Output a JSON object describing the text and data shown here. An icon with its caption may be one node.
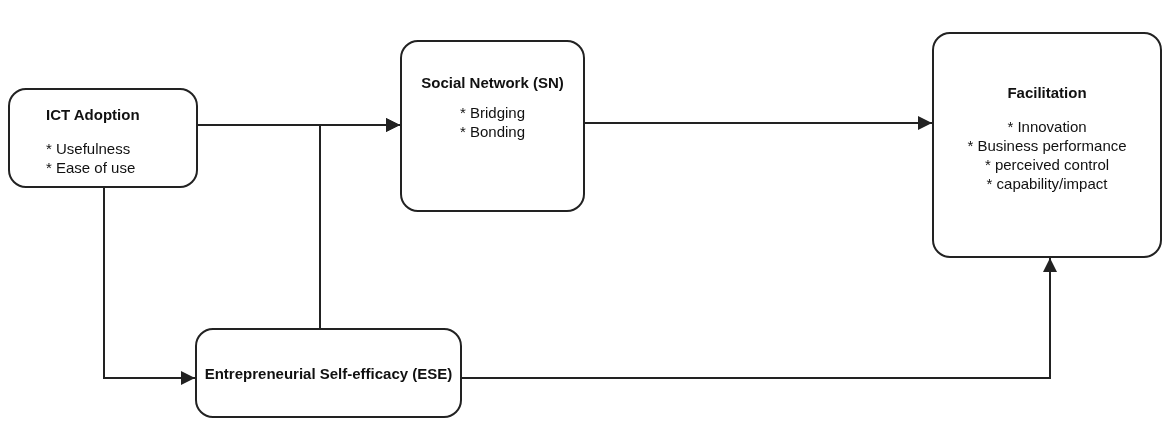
{
  "diagram": {
    "nodes": [
      {
        "text": [
          "ICT Adoption",
          "* Usefulness",
          "* Ease of use"
        ]
      },
      {
        "text": [
          "Social Network (SN)",
          "* Bridging",
          "* Bonding"
        ]
      },
      {
        "text": [
          "Facilitation",
          "* Innovation",
          "* Business performance",
          "* perceived control",
          "* capability/impact"
        ]
      },
      {
        "text": [
          "Entrepreneurial Self-efficacy (ESE)"
        ]
      }
    ],
    "edges": [
      {
        "from": 0,
        "to": 1,
        "arrow": "to"
      },
      {
        "from": 3,
        "to": 1,
        "arrow": "to"
      },
      {
        "from": 0,
        "to": 3,
        "arrow": "to"
      },
      {
        "from": 1,
        "to": 2,
        "arrow": "to"
      },
      {
        "from": 3,
        "to": 2,
        "arrow": "to"
      }
    ]
  }
}
